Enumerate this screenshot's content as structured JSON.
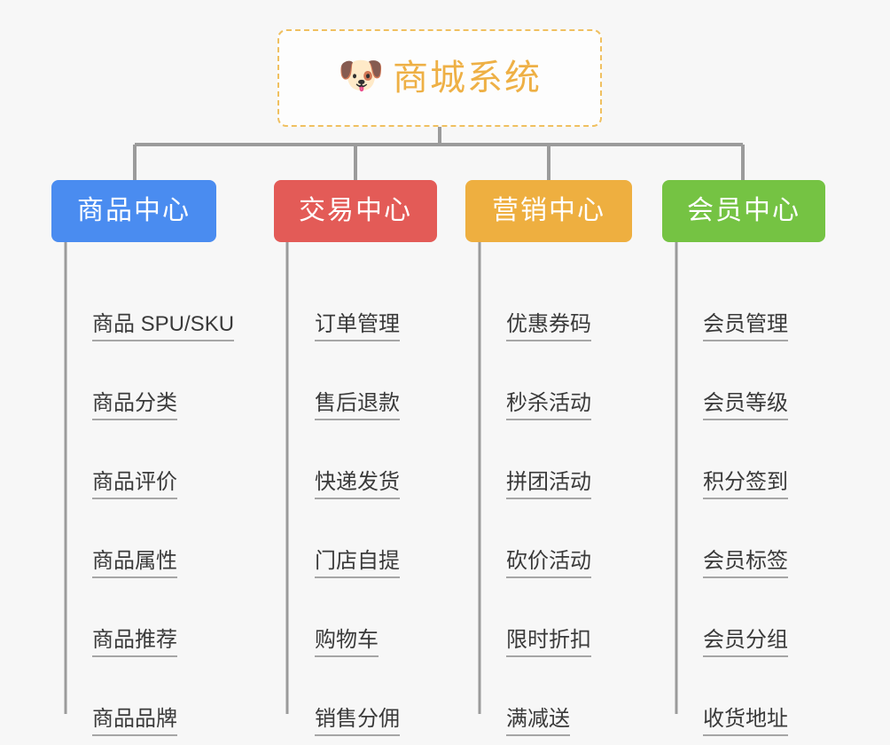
{
  "diagram": {
    "type": "mindmap",
    "title": "商城系统",
    "background_color": "#f7f7f7",
    "root": {
      "label": "商城系统",
      "icon": "shiba-dog-face",
      "emoji": "🐶",
      "text_color": "#eeb045",
      "border_color": "#f0c060",
      "background": "#fdfdfd"
    },
    "connector_color": "#9b9b9b",
    "branches": [
      {
        "label": "商品中心",
        "color": "#4a8cf0",
        "items": [
          "商品 SPU/SKU",
          "商品分类",
          "商品评价",
          "商品属性",
          "商品推荐",
          "商品品牌"
        ]
      },
      {
        "label": "交易中心",
        "color": "#e35b57",
        "items": [
          "订单管理",
          "售后退款",
          "快递发货",
          "门店自提",
          "购物车",
          "销售分佣"
        ]
      },
      {
        "label": "营销中心",
        "color": "#eeaf40",
        "items": [
          "优惠券码",
          "秒杀活动",
          "拼团活动",
          "砍价活动",
          "限时折扣",
          "满减送"
        ]
      },
      {
        "label": "会员中心",
        "color": "#75c343",
        "items": [
          "会员管理",
          "会员等级",
          "积分签到",
          "会员标签",
          "会员分组",
          "收货地址"
        ]
      }
    ]
  }
}
